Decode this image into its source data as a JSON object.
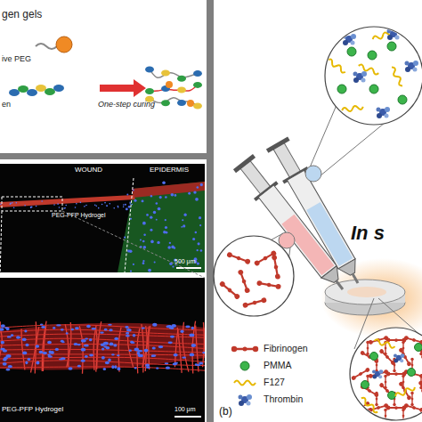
{
  "diagram": {
    "labels": [
      "gen gels",
      "ive PEG",
      "One-step curing",
      "en",
      "WOUND",
      "EPIDERMIS",
      "PEG-PFP Hydrogel",
      "500 μm",
      "PEG-PFP Hydrogel",
      "100 μm",
      "In s",
      "(b)"
    ],
    "legend": [
      {
        "text": "Fibrinogen"
      },
      {
        "text": "PMMA"
      },
      {
        "text": "F127"
      },
      {
        "text": "Thrombin"
      }
    ]
  }
}
